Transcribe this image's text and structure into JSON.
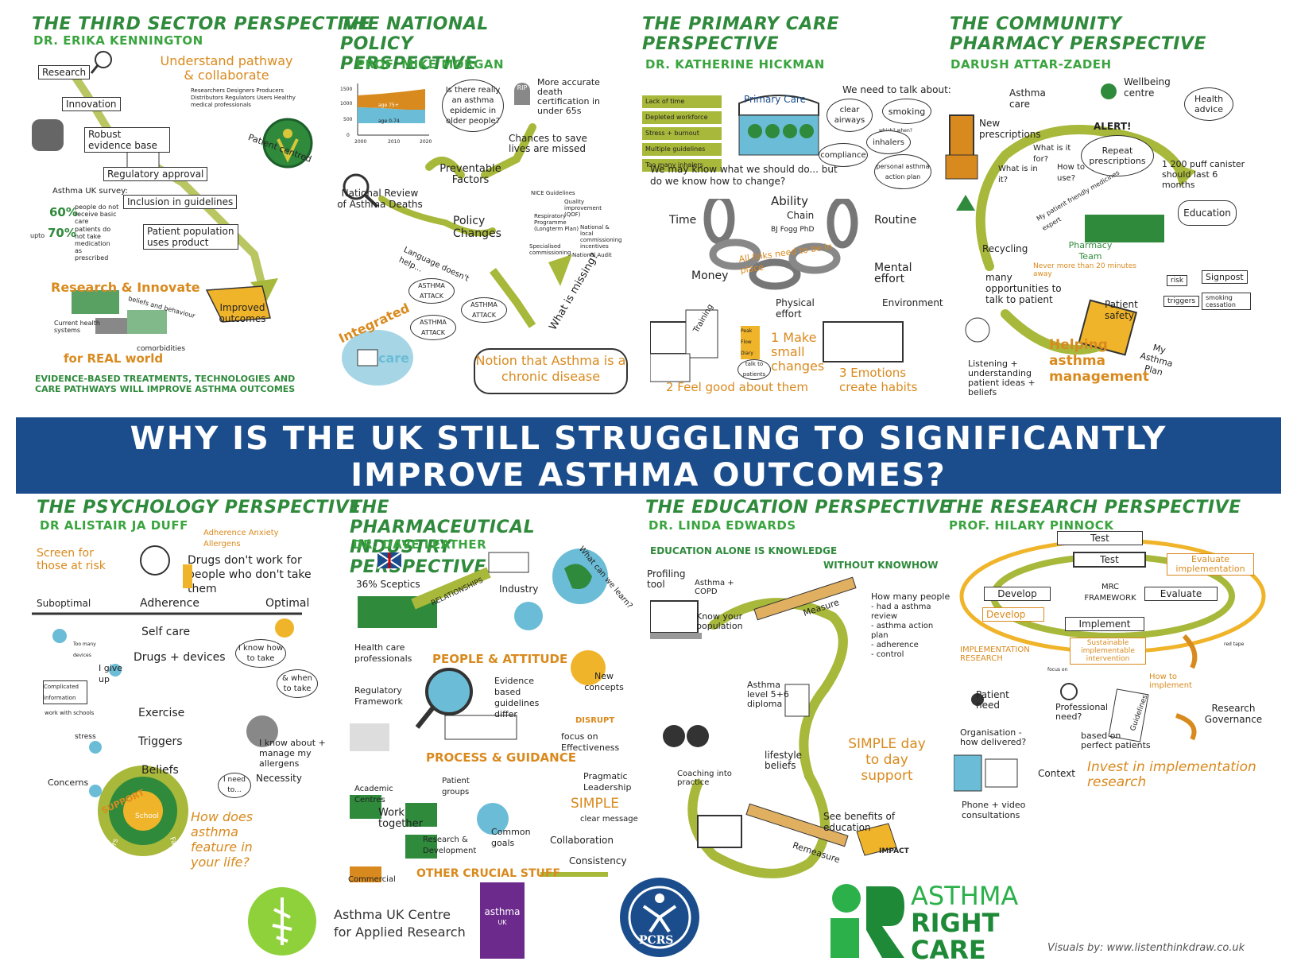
{
  "banner": {
    "line1": "WHY IS THE UK STILL STRUGGLING TO SIGNIFICANTLY",
    "line2": "IMPROVE ASTHMA OUTCOMES?"
  },
  "p1": {
    "title": "THE THIRD SECTOR PERSPECTIVE",
    "speaker": "DR. ERIKA KENNINGTON",
    "research": "Research",
    "innovation": "Innovation",
    "robust": "Robust evidence base",
    "regulatory": "Regulatory approval",
    "inclusion": "Inclusion in guidelines",
    "patient_pop": "Patient population uses product",
    "understand": "Understand pathway & collaborate",
    "stake": "Researchers  Designers  Producers  Distributors  Regulators  Users  Healthy medical professionals",
    "patient_centred": "Patient centred",
    "survey": "Asthma UK survey:",
    "stat1": "60%",
    "stat1_txt": "people do not receive basic care",
    "stat2_pre": "upto",
    "stat2": "70%",
    "stat2_txt": "patients do not take medication as prescribed",
    "research_innovate": "Research & Innovate",
    "current": "Current health systems",
    "beliefs": "beliefs and behaviour",
    "comorb": "comorbidities",
    "improved": "Improved outcomes",
    "real_world": "for REAL world",
    "footer": "EVIDENCE-BASED TREATMENTS, TECHNOLOGIES AND CARE PATHWAYS WILL IMPROVE ASTHMA OUTCOMES"
  },
  "p2": {
    "title": "THE NATIONAL POLICY PERSPECTIVE",
    "speaker": "PROF. MIKE MORGAN",
    "yticks": [
      "1500",
      "1000",
      "500",
      "0"
    ],
    "xticks": [
      "2000",
      "2010",
      "2020"
    ],
    "age1": "age 75+",
    "age2": "age 0-74",
    "question": "Is there really an asthma epidemic in older people?",
    "rip": "RIP",
    "death": "More accurate death certification in under 65s",
    "chances": "Chances to save lives are missed",
    "preventable": "Preventable Factors",
    "national": "National Review of Asthma Deaths",
    "policy": "Policy Changes",
    "nice": "NICE Guidelines",
    "qof": "Quality improvement (QOF)",
    "resp": "Respiratory Programme (Longterm Plan)",
    "ncomm": "National & local commissioning incentives",
    "spec": "Specialised commissioning",
    "audit": "National Audit",
    "lang": "Language doesn't help...",
    "attack": "ASTHMA ATTACK",
    "missing": "What is missing?",
    "notion": "Notion that Asthma is a chronic disease",
    "integrated": "Integrated",
    "care": "care"
  },
  "p3": {
    "title": "THE PRIMARY CARE PERSPECTIVE",
    "speaker": "DR. KATHERINE HICKMAN",
    "arrows": [
      "Lack of time",
      "Depleted workforce",
      "Stress + burnout",
      "Multiple guidelines",
      "Too many inhalers"
    ],
    "primary": "Primary Care",
    "talk": "We need to talk about:",
    "clear": "clear airways",
    "smoking": "smoking",
    "which": "which? when?",
    "inhalers": "inhalers",
    "compliance": "compliance",
    "pap": "personal asthma action plan",
    "know": "We may know what we should do... but do we know how to change?",
    "ability": "Ability",
    "chain": "Chain",
    "fogg": "BJ Fogg PhD",
    "time": "Time",
    "routine": "Routine",
    "money": "Money",
    "links": "All links need to be in place",
    "mental": "Mental effort",
    "physical": "Physical effort",
    "environment": "Environment",
    "training": "Training",
    "peak": "Peak Flow Diary",
    "talkp": "talk to patients",
    "s1": "1 Make small changes",
    "s2": "2 Feel good about them",
    "s3": "3 Emotions create habits"
  },
  "p4": {
    "title": "THE COMMUNITY PHARMACY PERSPECTIVE",
    "speaker": "DARUSH ATTAR-ZADEH",
    "asthma_care": "Asthma care",
    "wellbeing": "Wellbeing centre",
    "health_advice": "Health advice",
    "new_rx": "New prescriptions",
    "what_for": "What is it for?",
    "what_in": "What is in it?",
    "how_use": "How to use?",
    "alert": "ALERT!",
    "repeat": "Repeat prescriptions",
    "puff": "1 200 puff canister should last 6 months",
    "expert": "My patient friendly medicines expert",
    "pharmacy": "Pharmacy Team",
    "never": "Never more than 20 minutes away",
    "recycling": "Recycling",
    "education": "Education",
    "opportunities": "many opportunities to talk to patient",
    "risk": "risk",
    "signpost": "Signpost",
    "triggers": "triggers",
    "smoking": "smoking cessation",
    "safety": "Patient safety",
    "listening": "Listening + understanding patient ideas + beliefs",
    "helping": "Helping asthma management",
    "plan": "My Asthma Plan"
  },
  "p5": {
    "title": "THE PSYCHOLOGY PERSPECTIVE",
    "speaker": "DR ALISTAIR JA DUFF",
    "screen": "Screen for those at risk",
    "adh_tags": "Adherence  Anxiety  Allergens",
    "drugs": "Drugs don't work for people who don't take them",
    "scale": [
      "Suboptimal",
      "Adherence",
      "Optimal"
    ],
    "self": "Self care",
    "drugs_dev": "Drugs + devices",
    "exercise": "Exercise",
    "triggers": "Triggers",
    "beliefs": "Beliefs",
    "concerns": "Concerns",
    "many": "Too many devices",
    "give": "I give up",
    "know_take": "I know how to take",
    "when": "& when to take",
    "complicated": "Complicated information",
    "schools": "work with schools",
    "stress": "stress",
    "allergens": "I know about + manage my allergens",
    "need": "I need to...",
    "necessity": "Necessity",
    "support": "SUPPORT",
    "school": "School",
    "peers": "Peers",
    "family": "Family",
    "how": "How does asthma feature in your life?"
  },
  "p6": {
    "title": "THE PHARMACEUTICAL INDUSTRY PERSPECTIVE",
    "speaker": "DR. DAVE LEATHER",
    "sceptics": "36% Sceptics",
    "relationships": "RELATIONSHIPS",
    "industry": "Industry",
    "learn": "What can we learn?",
    "hcp": "Health care professionals",
    "people": "PEOPLE & ATTITUDE",
    "regulatory": "Regulatory Framework",
    "evidence": "Evidence based guidelines differ",
    "new": "New concepts",
    "disrupt": "DISRUPT",
    "focus": "focus on Effectiveness",
    "process": "PROCESS & GUIDANCE",
    "academic": "Academic Centres",
    "patient_groups": "Patient groups",
    "pragmatic": "Pragmatic Leadership",
    "work": "Work together",
    "rd": "Research & Development",
    "goals": "Common goals",
    "simple": "SIMPLE",
    "clear": "clear message",
    "collab": "Collaboration",
    "consistency": "Consistency",
    "commercial": "Commercial",
    "other": "OTHER CRUCIAL STUFF"
  },
  "p7": {
    "title": "THE EDUCATION PERSPECTIVE",
    "speaker": "DR. LINDA EDWARDS",
    "edu": "EDUCATION ALONE IS KNOWLEDGE",
    "without": "WITHOUT KNOWHOW",
    "profiling": "Profiling tool",
    "copd": "Asthma + COPD",
    "know": "Know your population",
    "measure": "Measure",
    "how_many": "How many people",
    "list": [
      "- had a asthma review",
      "- asthma action plan",
      "- adherence",
      "- control"
    ],
    "diploma": "Asthma level 5+6 diploma",
    "coaching": "Coaching into practice",
    "lifestyle": "lifestyle beliefs",
    "simple": "SIMPLE day to day support",
    "benefits": "See benefits of education",
    "remeasure": "Remeasure",
    "impact": "IMPACT"
  },
  "p8": {
    "title": "THE RESEARCH PERSPECTIVE",
    "speaker": "PROF. HILARY PINNOCK",
    "test1": "Test",
    "test2": "Test",
    "evaluate1": "Evaluate implementation",
    "develop1": "Develop",
    "mrc": "MRC FRAMEWORK",
    "evaluate2": "Evaluate",
    "develop2": "Develop",
    "implement": "Implement",
    "sustainable": "Sustainable implementable intervention",
    "impl_research": "IMPLEMENTATION RESEARCH",
    "focus": "focus on",
    "how_implement": "How to implement",
    "red_tape": "red tape",
    "patient": "Patient need",
    "prof": "Professional need?",
    "guidelines": "Guidelines",
    "governance": "Research Governance",
    "org": "Organisation - how delivered?",
    "based": "based on perfect patients",
    "context": "Context",
    "invest": "Invest in implementation research",
    "phone": "Phone + video consultations"
  },
  "logos": {
    "auk_centre_l1": "Asthma UK Centre",
    "auk_centre_l2": "for Applied Research",
    "auk_badge": "asthma",
    "auk_badge2": "UK",
    "pcrs": "PCRS",
    "arc1": "ASTHMA",
    "arc2": "RIGHT",
    "arc3": "CARE",
    "visuals": "Visuals by: www.listenthinkdraw.co.uk"
  },
  "colors": {
    "green": "#2f8a3c",
    "orange": "#d98a1e",
    "olive": "#a8b83a",
    "banner": "#1b4d8c"
  }
}
